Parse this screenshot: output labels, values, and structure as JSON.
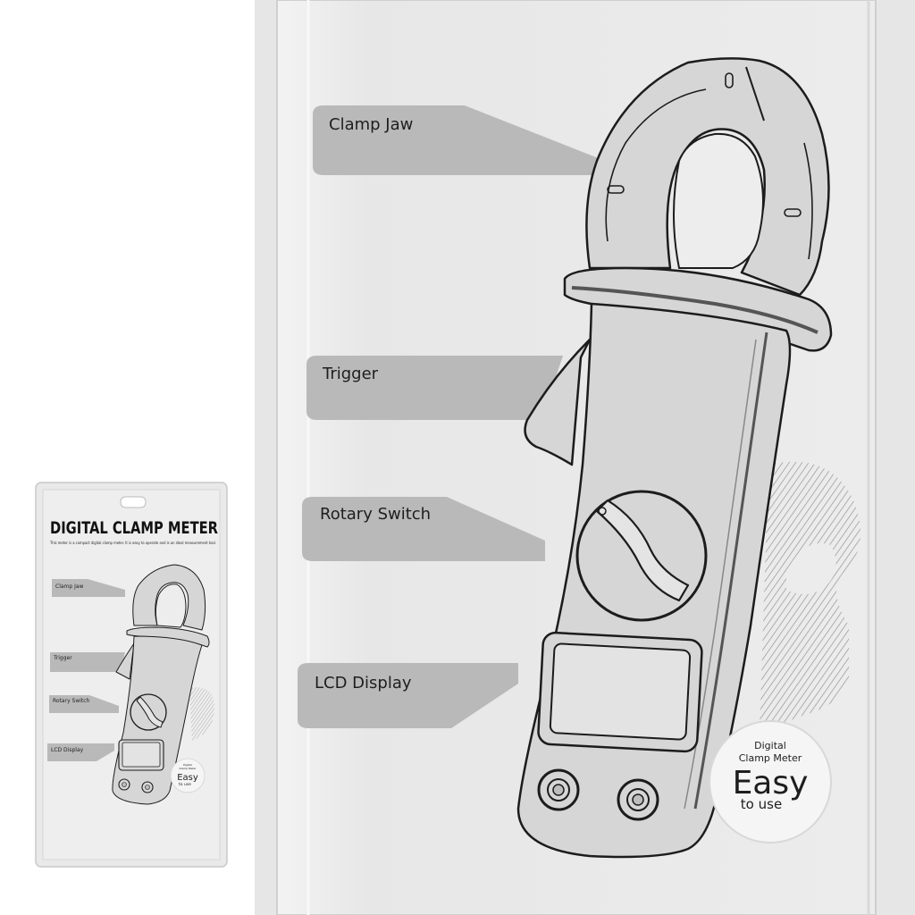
{
  "package": {
    "title": "DIGITAL CLAMP METER",
    "description": "This meter is a compact digital clamp meter. It is easy to operate and is an ideal measurement tool."
  },
  "callouts": [
    {
      "label": "Clamp Jaw"
    },
    {
      "label": "Trigger"
    },
    {
      "label": "Rotary Switch"
    },
    {
      "label": "LCD Display"
    }
  ],
  "badge": {
    "line1": "Digital",
    "line2": "Clamp Meter",
    "big": "Easy",
    "small": "to use"
  },
  "colors": {
    "card": "#e9e9e9",
    "callout": "#b9b9b9",
    "meter_body": "#d6d6d6",
    "outline": "#1c1c1c",
    "hatch": "#8d8d8d"
  }
}
